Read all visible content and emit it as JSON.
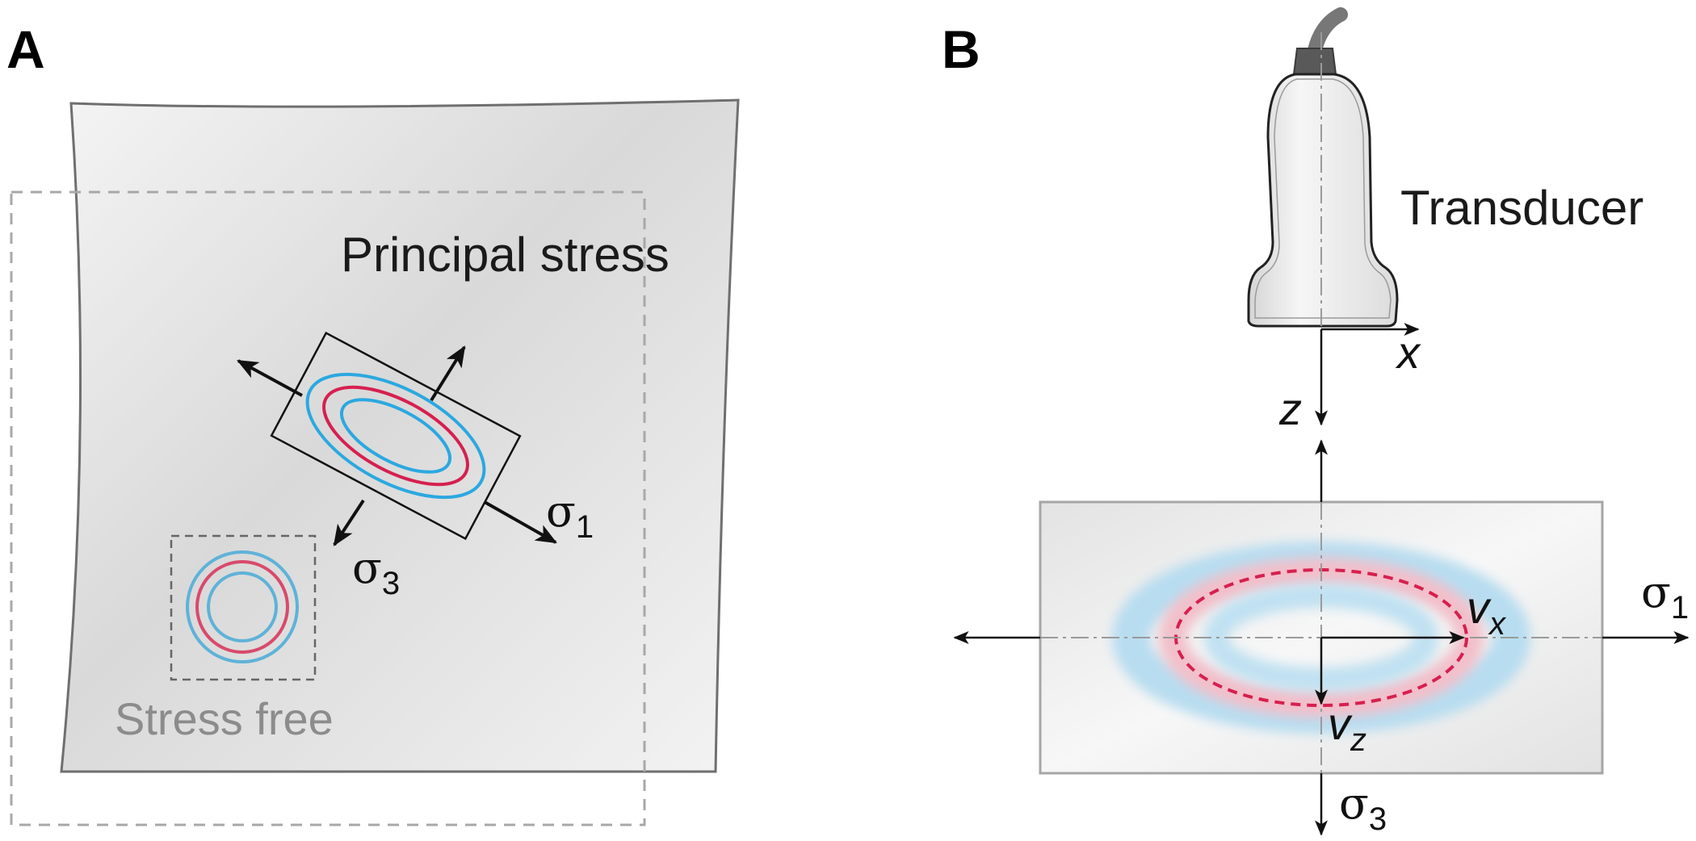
{
  "panels": {
    "a": {
      "letter": "A",
      "principal_label": "Principal stress",
      "stress_free_label": "Stress free",
      "sigma1": {
        "symbol": "σ",
        "subscript": "1"
      },
      "sigma3": {
        "symbol": "σ",
        "subscript": "3"
      }
    },
    "b": {
      "letter": "B",
      "transducer_label": "Transducer",
      "axis_x": "x",
      "axis_z": "z",
      "vx": {
        "symbol": "v",
        "subscript": "x"
      },
      "vz": {
        "symbol": "v",
        "subscript": "z"
      },
      "sigma1": {
        "symbol": "σ",
        "subscript": "1"
      },
      "sigma3": {
        "symbol": "σ",
        "subscript": "3"
      }
    }
  },
  "colors": {
    "blue_ring": "#2ba8e0",
    "red_ring": "#d6204f",
    "pale_blue_ring": "#5fb2d8",
    "pale_red_ring": "#d84a6c"
  },
  "icons": {
    "transducer": "ultrasound-probe-icon"
  }
}
